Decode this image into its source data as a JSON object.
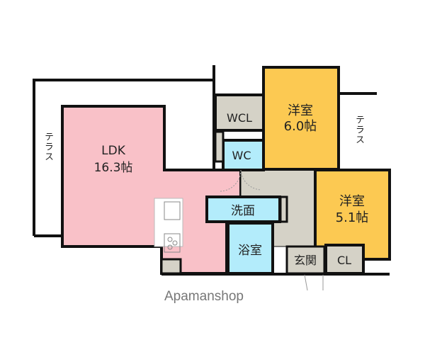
{
  "rooms": {
    "ldk": {
      "name": "LDK",
      "size": "16.3帖"
    },
    "western1": {
      "name": "洋室",
      "size": "6.0帖"
    },
    "western2": {
      "name": "洋室",
      "size": "5.1帖"
    },
    "wcl": {
      "name": "WCL"
    },
    "wc": {
      "name": "WC"
    },
    "washroom": {
      "name": "洗面"
    },
    "bathroom": {
      "name": "浴室"
    },
    "entrance": {
      "name": "玄関"
    },
    "closet": {
      "name": "CL"
    },
    "terrace_left": {
      "name": "テラス"
    },
    "terrace_right": {
      "name": "テラス"
    }
  },
  "watermark": "Apamanshop",
  "colors": {
    "ldk": "#f9c1c8",
    "western": "#fcc952",
    "wet": "#b3ecfb",
    "utility": "#d5d2c7",
    "wall": "#111111"
  }
}
